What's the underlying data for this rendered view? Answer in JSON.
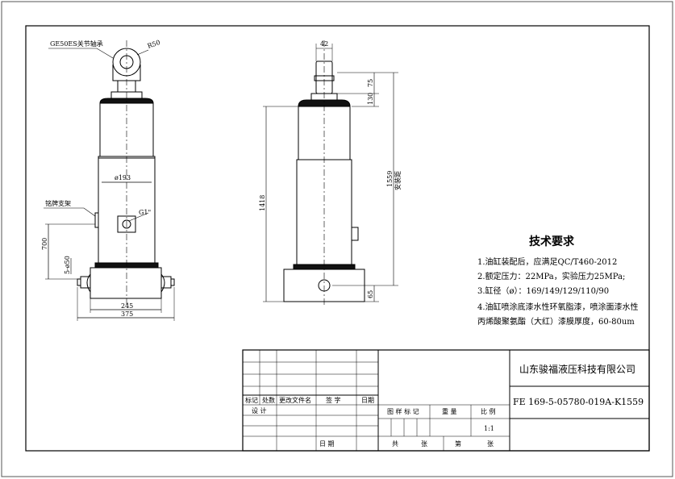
{
  "labels": {
    "bearing": "GE50ES关节轴承",
    "radius": "R50",
    "bracket": "铭牌支架",
    "port": "G1\"",
    "bore": "ø193"
  },
  "dimensions": {
    "d42": "42",
    "d75": "75",
    "d130": "130",
    "d1418": "1418",
    "d1559": "1559",
    "install_distance": "安装距",
    "d65": "65",
    "d700": "700",
    "d245": "245",
    "d375": "375",
    "d50": "5-ø50"
  },
  "specs": {
    "title": "技术要求",
    "lines": [
      "1.油缸装配后，应满足QC/T460-2012",
      "2.额定压力：22MPa，实验压力25MPa;",
      "3.缸径（ø）：169/149/129/110/90",
      "4.油缸喷涂底漆水性环氧脂漆，喷涂面漆水性",
      "丙烯酸聚氨酯（大红）漆膜厚度，60-80um"
    ]
  },
  "title_block": {
    "company": "山东骏福液压科技有限公司",
    "drawing_no": "FE 169-5-05780-019A-K1559",
    "mark": "标记",
    "count": "处数",
    "change_doc": "更改文件名",
    "signature": "签 字",
    "date": "日期",
    "design": "设 计",
    "stage_mark": "图 样 标 记",
    "weight": "重 量",
    "scale": "比 例",
    "scale_value": "1:1",
    "date2": "日 期",
    "total": "共",
    "sheets": "张",
    "page": "第",
    "sheets2": "张"
  }
}
